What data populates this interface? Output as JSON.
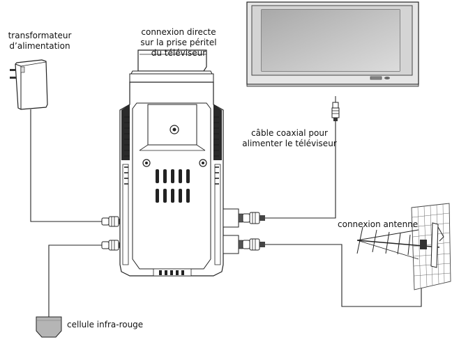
{
  "labels": {
    "power_adapter": [
      "transformateur",
      "d’alimentation"
    ],
    "scart": [
      "connexion directe",
      "sur la prise péritel",
      "du téléviseur"
    ],
    "coax": [
      "câble coaxial pour",
      "alimenter le téléviseur"
    ],
    "antenna": "connexion antenne",
    "ir": "cellule infra-rouge"
  },
  "colors": {
    "line": "#1a1a1a",
    "device": "#ffffff",
    "tv_frame": "#d9d9d9",
    "tv_screen": "#bdbdbd",
    "dark": "#333333"
  }
}
